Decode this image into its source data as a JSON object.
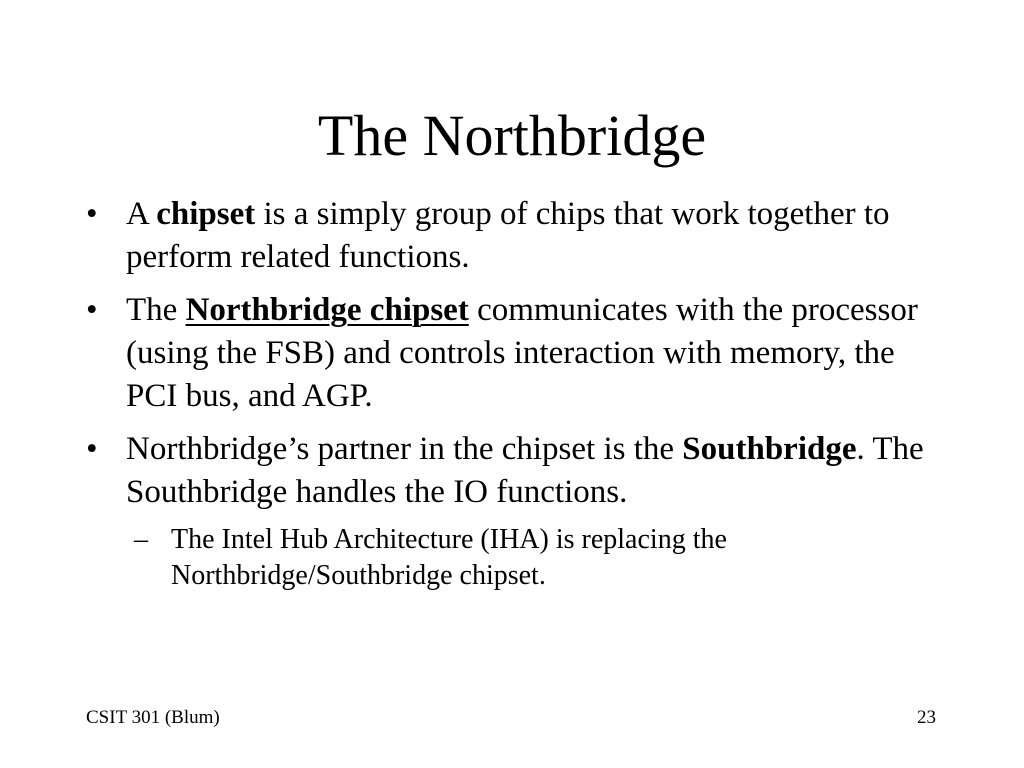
{
  "slide": {
    "title": "The Northbridge",
    "bullet_mark": "•",
    "sub_mark": "–",
    "bullets": [
      {
        "pre": "A ",
        "bold": "chipset",
        "post": " is a simply group of chips that work together to perform related functions."
      },
      {
        "pre": "The ",
        "bold": "Northbridge chipset",
        "post": " communicates with the processor (using the FSB) and controls interaction with memory, the PCI bus, and AGP."
      },
      {
        "pre": "Northbridge’s partner in the chipset is the ",
        "bold": "Southbridge",
        "post": ". The Southbridge handles the IO functions."
      }
    ],
    "sub_bullets": [
      "The Intel Hub Architecture (IHA) is replacing the Northbridge/Southbridge chipset."
    ],
    "footer_left": "CSIT 301 (Blum)",
    "page_number": "23"
  }
}
